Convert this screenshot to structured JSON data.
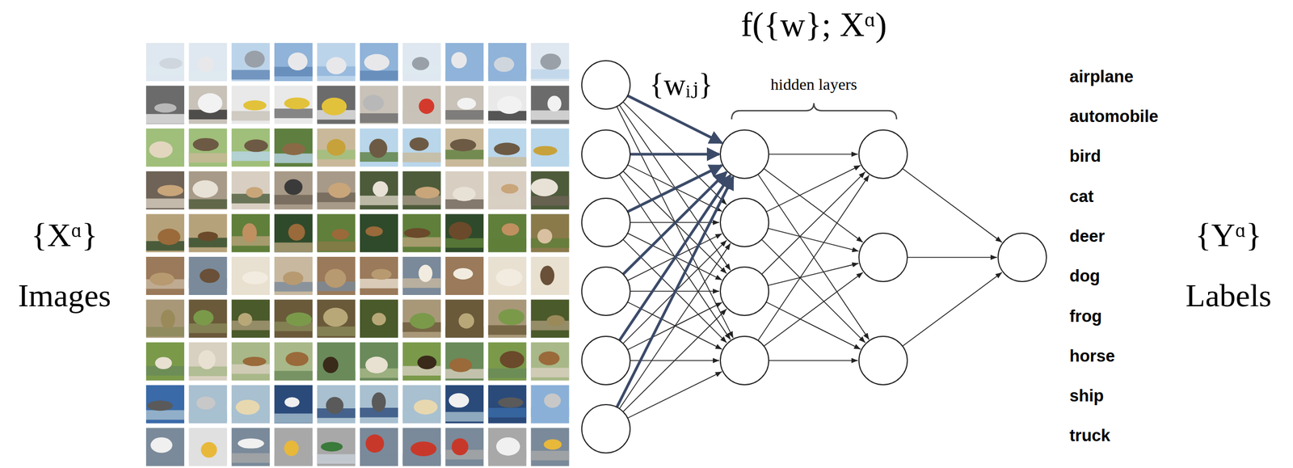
{
  "diagram": {
    "title": "f({w}; Xᵅ)",
    "labels": [
      "{wᵢⱼ}",
      "hidden layers",
      "{Xᵅ}",
      "Images",
      "airplane",
      "automobile",
      "bird",
      "cat",
      "deer",
      "dog",
      "frog",
      "horse",
      "ship",
      "truck",
      "{Yᵅ}",
      "Labels"
    ]
  }
}
